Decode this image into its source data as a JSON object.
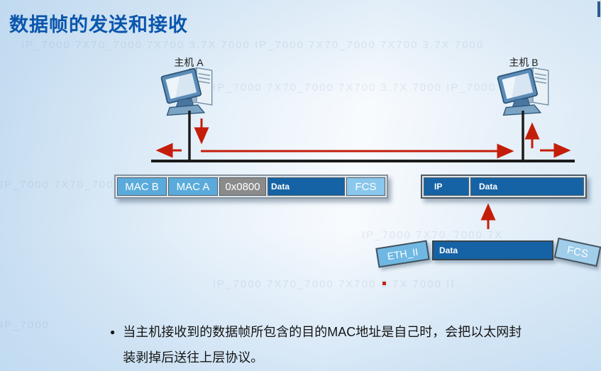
{
  "title": "数据帧的发送和接收",
  "hosts": {
    "a_label": "主机 A",
    "b_label": "主机 B"
  },
  "frame_sent": {
    "mac_b": "MAC B",
    "mac_a": "MAC A",
    "ethertype": "0x0800",
    "data": "Data",
    "fcs": "FCS"
  },
  "frame_upper": {
    "ip": "IP",
    "data": "Data"
  },
  "frame_stripped": {
    "eth": "ETH_II",
    "data": "Data",
    "fcs": "FCS"
  },
  "bullet": {
    "marker": "●",
    "text": "当主机接收到的数据帧所包含的目的MAC地址是自己时，会把以太网封装剥掉后送往上层协议。"
  },
  "watermark_text": "IP_7000 7X70_7000 7X700 3.7X 7000 IP_7000 7X70_7000 7X700 3.7X 7000",
  "colors": {
    "title_blue": "#0b56ac",
    "light_blue_field": "#5aabdb",
    "lighter_blue_field": "#8ac7ec",
    "dark_blue_field": "#1563a5",
    "gray_field": "#8b8b8b",
    "arrow_red": "#c41e0a",
    "line_black": "#1c1c1c"
  }
}
